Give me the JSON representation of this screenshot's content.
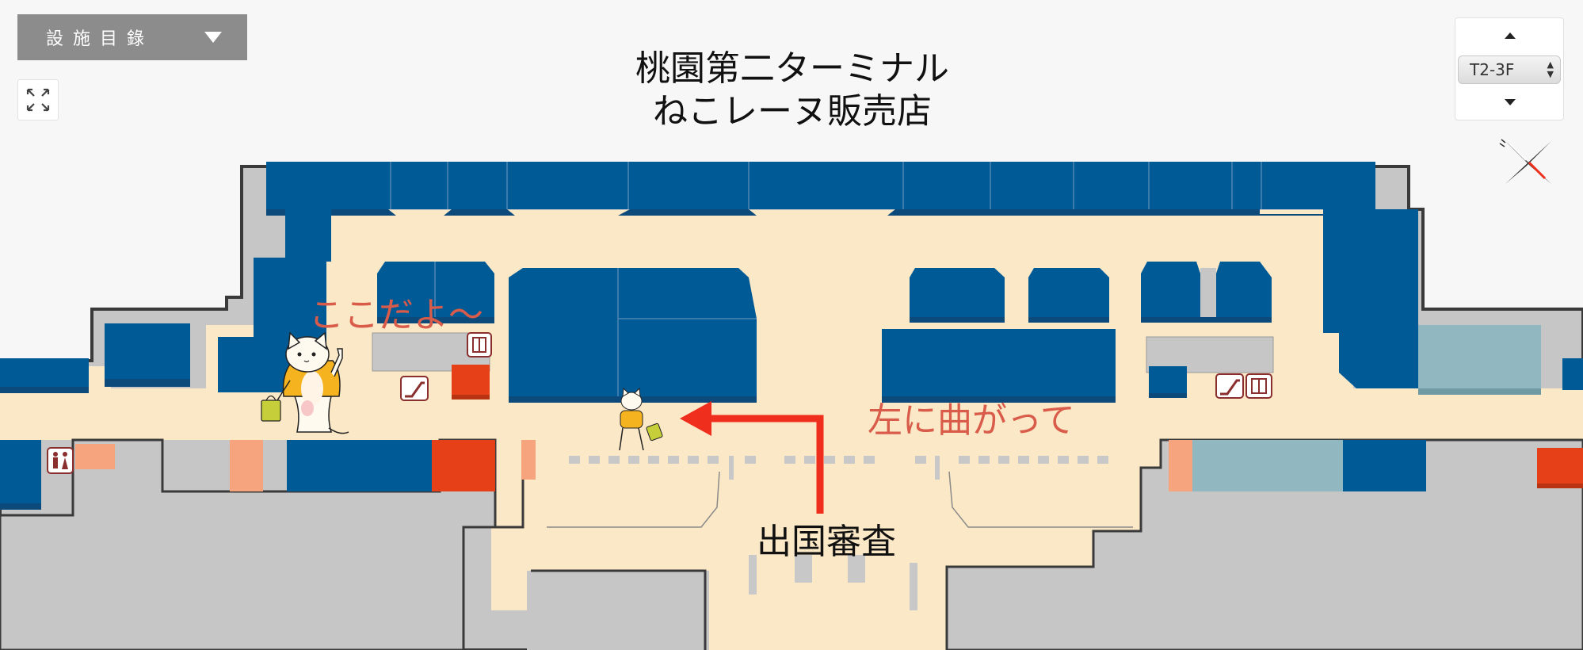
{
  "controls": {
    "facility_dropdown_label": "設施目錄",
    "floor_selector_value": "T2-3F"
  },
  "title": {
    "line1": "桃園第二ターミナル",
    "line2": "ねこレーヌ販売店"
  },
  "annotations": {
    "here_label": "ここだよ〜",
    "turn_left_label": "左に曲がって",
    "departure_label": "出国審査"
  },
  "colors": {
    "store_blue": "#005a96",
    "corridor_beige": "#fbe8c6",
    "wall_gray": "#c6c6c6",
    "highlight_red": "#e54017",
    "arrow_red": "#f02e1e",
    "label_red": "#d95b4a"
  }
}
